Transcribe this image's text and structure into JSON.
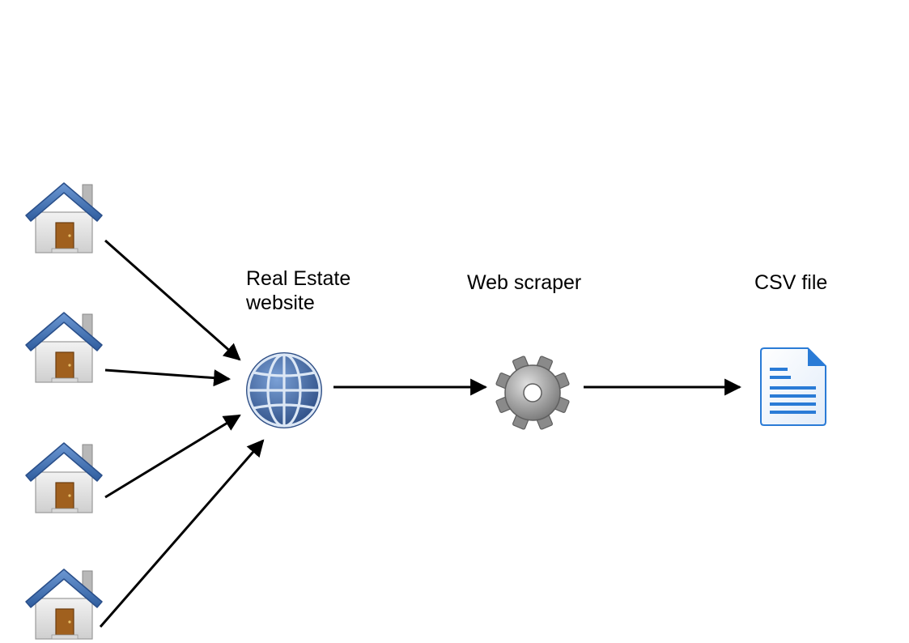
{
  "nodes": {
    "houses": [
      {
        "icon": "house-icon"
      },
      {
        "icon": "house-icon"
      },
      {
        "icon": "house-icon"
      },
      {
        "icon": "house-icon"
      }
    ],
    "website": {
      "label_lines": [
        "Real Estate",
        "website"
      ],
      "icon": "globe-icon"
    },
    "scraper": {
      "label": "Web scraper",
      "icon": "gear-icon"
    },
    "csv": {
      "label": "CSV file",
      "icon": "document-icon"
    }
  },
  "edges": [
    {
      "from": "house-1",
      "to": "website"
    },
    {
      "from": "house-2",
      "to": "website"
    },
    {
      "from": "house-3",
      "to": "website"
    },
    {
      "from": "house-4",
      "to": "website"
    },
    {
      "from": "website",
      "to": "scraper"
    },
    {
      "from": "scraper",
      "to": "csv"
    }
  ],
  "colors": {
    "roof": "#4a77b8",
    "wall": "#e6e6e6",
    "door": "#a0601e",
    "globe": "#4a6fa5",
    "gear": "#9a9a9a",
    "document": "#2a7bd6",
    "arrow": "#000000"
  }
}
